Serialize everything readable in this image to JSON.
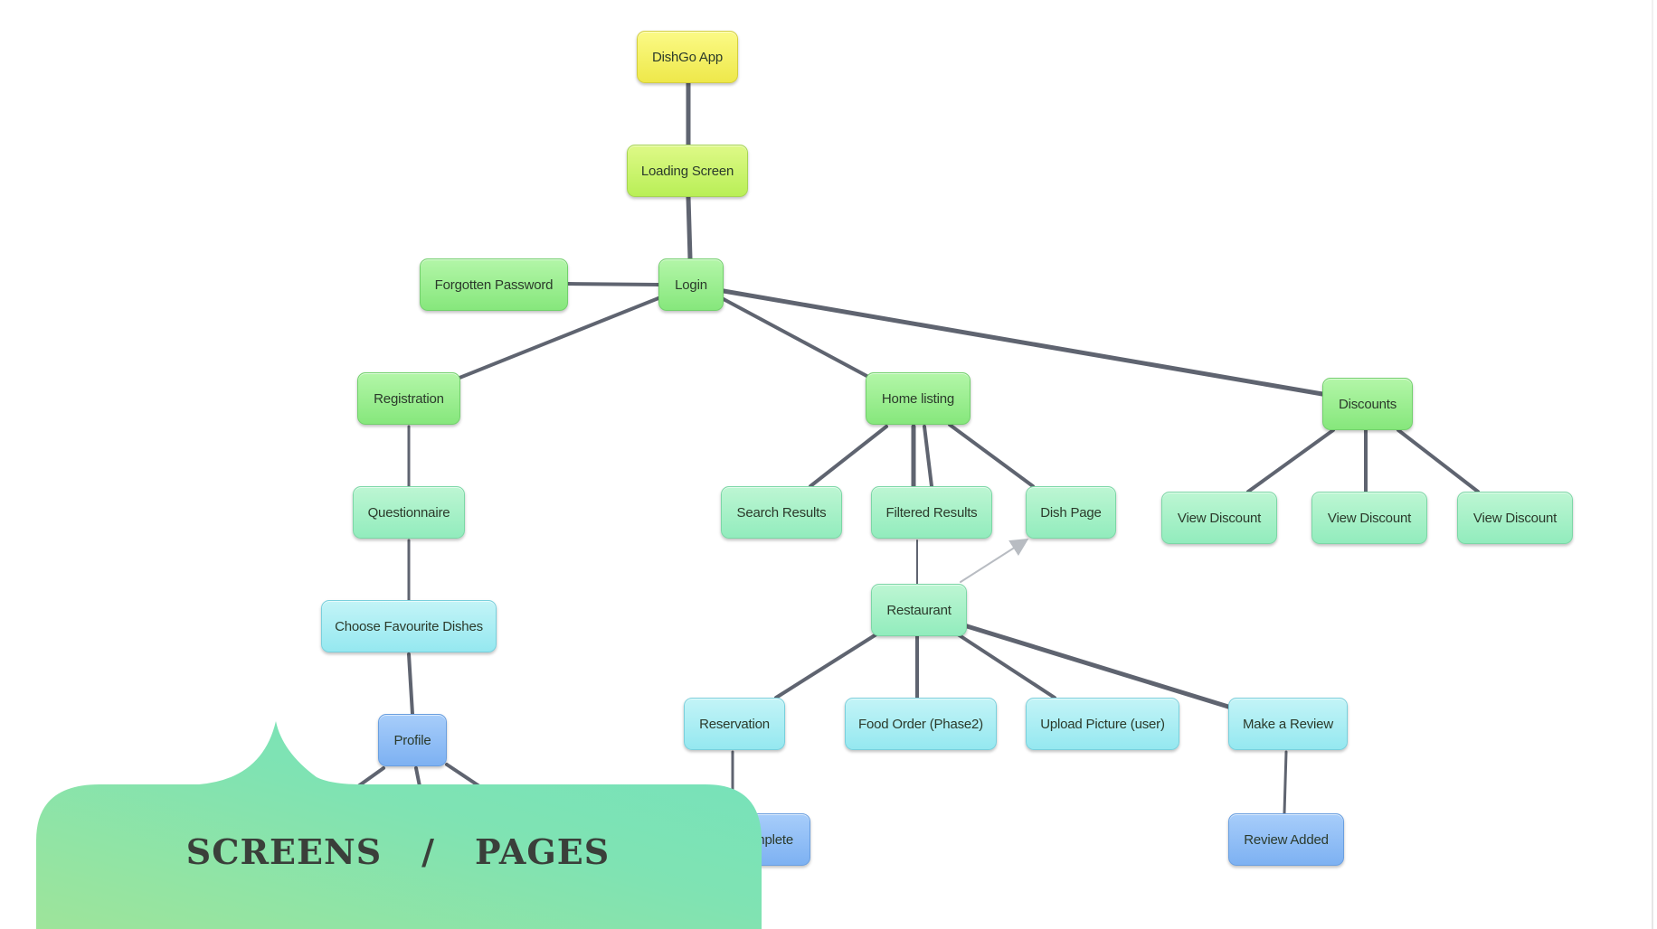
{
  "nodes": {
    "dishgo_app": "DishGo App",
    "loading_screen": "Loading Screen",
    "login": "Login",
    "forgotten_password": "Forgotten Password",
    "registration": "Registration",
    "questionnaire": "Questionnaire",
    "choose_favourite_dishes": "Choose Favourite Dishes",
    "profile": "Profile",
    "home_listing": "Home listing",
    "search_results": "Search Results",
    "filtered_results": "Filtered Results",
    "dish_page": "Dish Page",
    "restaurant": "Restaurant",
    "reservation": "Reservation",
    "food_order": "Food Order (Phase2)",
    "upload_picture": "Upload Picture (user)",
    "make_a_review": "Make a Review",
    "reservation_complete": "mplete",
    "review_added": "Review Added",
    "discounts": "Discounts",
    "view_discount_1": "View Discount",
    "view_discount_2": "View Discount",
    "view_discount_3": "View Discount"
  },
  "caption": {
    "left": "SCREENS",
    "separator": "/",
    "right": "PAGES"
  },
  "colors": {
    "yellow": "#f4f066",
    "lime": "#c8f36a",
    "green": "#94eb8a",
    "mint": "#a3f0c6",
    "cyan": "#a8eef4",
    "blue": "#8cbcf5",
    "caption_start": "#9ee49a",
    "caption_end": "#74e2bd",
    "edge": "#5f6470"
  }
}
